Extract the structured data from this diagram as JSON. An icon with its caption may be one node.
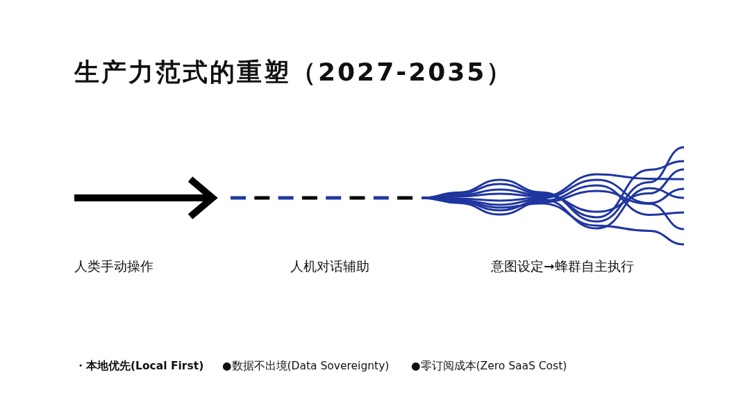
{
  "diagram": {
    "title": "生产力范式的重塑（2027-2035）",
    "labels": [
      "人类手动操作",
      "人机对话辅助",
      "意图设定➞蜂群自主执行",
      "・本地优先(Local First)",
      "●数据不出境(Data Sovereignty)",
      "●零订阅成本(Zero SaaS Cost)"
    ]
  }
}
